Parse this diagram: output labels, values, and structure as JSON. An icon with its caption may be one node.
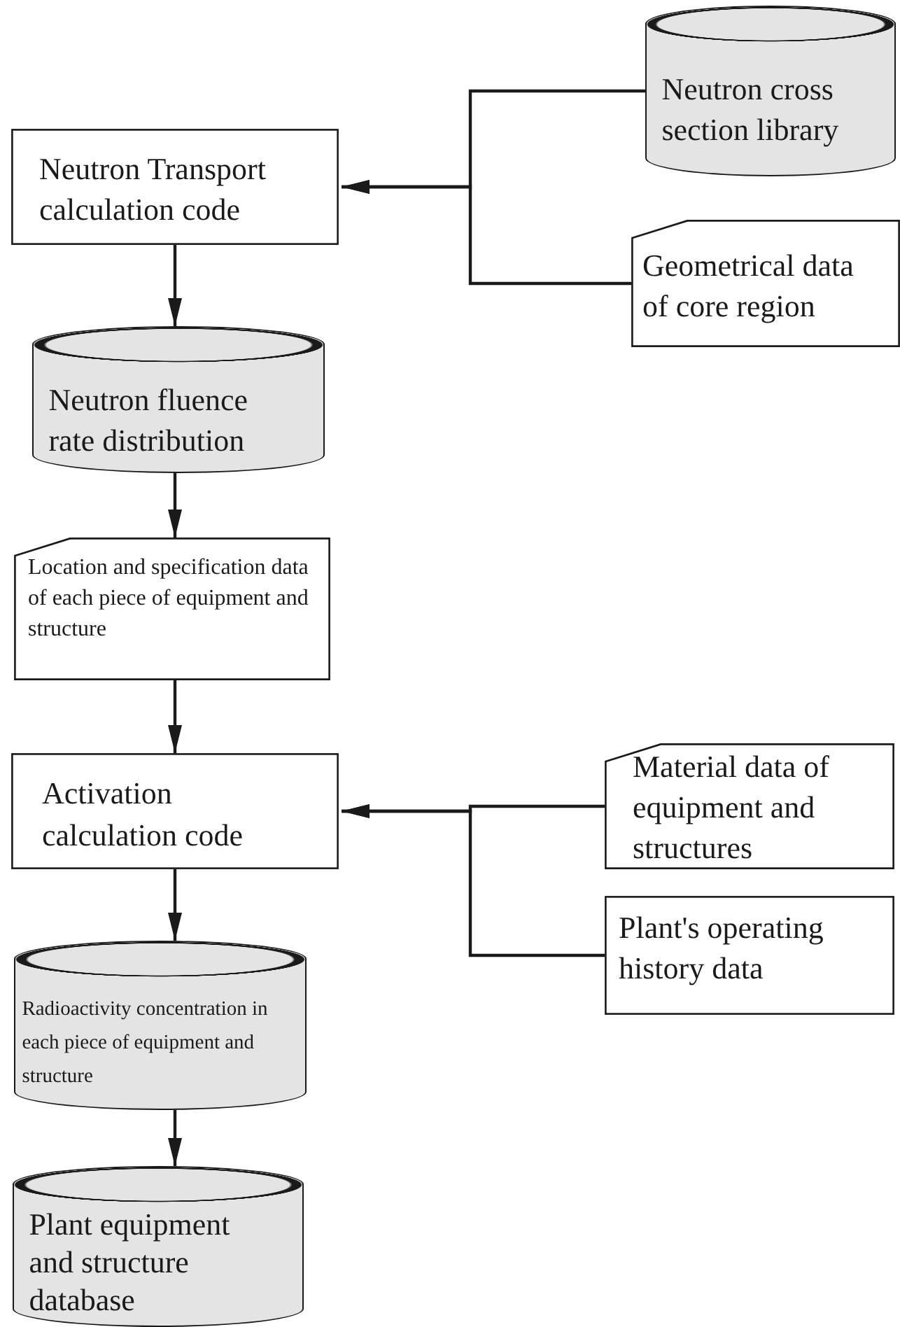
{
  "diagram": {
    "nodes": [
      {
        "text": [
          "Neutron Transport calculation code"
        ]
      },
      {
        "text": [
          "Neutron cross section library"
        ]
      },
      {
        "text": [
          "Geometrical data of core region"
        ]
      },
      {
        "text": [
          "Neutron fluence rate distribution"
        ]
      },
      {
        "text": [
          "Location and specification data of each piece of equipment and structure"
        ]
      },
      {
        "text": [
          "Activation calculation code"
        ]
      },
      {
        "text": [
          "Material data of equipment and structures"
        ]
      },
      {
        "text": [
          "Plant's operating history data"
        ]
      },
      {
        "text": [
          "Radioactivity concentration in each piece of equipment and structure"
        ]
      },
      {
        "text": [
          "Plant equipment and structure database"
        ]
      }
    ],
    "edges": [
      {
        "from": 1,
        "to": 0,
        "arrow": "to"
      },
      {
        "from": 2,
        "to": 0,
        "arrow": "to"
      },
      {
        "from": 0,
        "to": 3,
        "arrow": "to"
      },
      {
        "from": 3,
        "to": 4,
        "arrow": "to"
      },
      {
        "from": 4,
        "to": 5,
        "arrow": "to"
      },
      {
        "from": 6,
        "to": 5,
        "arrow": "to"
      },
      {
        "from": 7,
        "to": 5,
        "arrow": "to"
      },
      {
        "from": 5,
        "to": 8,
        "arrow": "to"
      },
      {
        "from": 8,
        "to": 9,
        "arrow": "to"
      }
    ]
  }
}
